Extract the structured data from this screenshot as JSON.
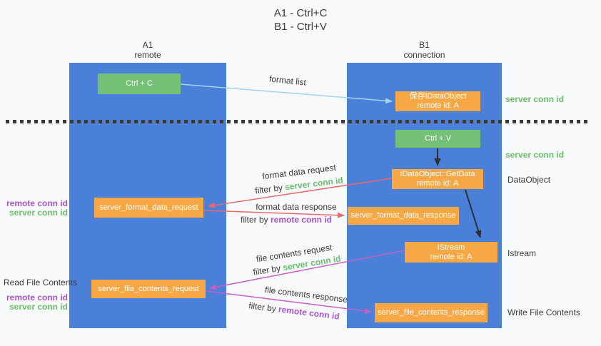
{
  "title": {
    "line1": "A1 - Ctrl+C",
    "line2": "B1 - Ctrl+V"
  },
  "lanes": {
    "a": {
      "id": "A1",
      "role": "remote"
    },
    "b": {
      "id": "B1",
      "role": "connection"
    }
  },
  "nodes": {
    "ctrl_c": {
      "label": "Ctrl + C"
    },
    "ctrl_v": {
      "label": "Ctrl + V"
    },
    "save_idataobject": {
      "line1": "保存IDataObject",
      "line2": "remote id: A"
    },
    "idataobject_getdata": {
      "line1": "IDataObject::GetData",
      "line2": "remote id: A"
    },
    "istream": {
      "line1": "IStream",
      "line2": "remote id: A"
    },
    "server_format_data_request": {
      "label": "server_format_data_request"
    },
    "server_format_data_response": {
      "label": "server_format_data_response"
    },
    "server_file_contents_request": {
      "label": "server_file_contents_request"
    },
    "server_file_contents_response": {
      "label": "server_file_contents_response"
    }
  },
  "edge_labels": {
    "format_list": "format list",
    "format_data_request": "format data request",
    "format_data_response": "format data response",
    "file_contents_request": "file contents request",
    "file_contents_response": "file contents response",
    "filter_by": "filter by ",
    "server_conn_id": "server conn id",
    "remote_conn_id": "remote conn id"
  },
  "annotations": {
    "server_conn_id_top": "server conn id",
    "server_conn_id_mid": "server conn id",
    "dataobject": "DataObject",
    "istream": "Istream",
    "read_file_contents": "Read File Contents",
    "write_file_contents": "Write File Contents",
    "remote_conn_id": "remote conn id",
    "server_conn_id": "server conn id"
  },
  "colors": {
    "background": "#f8f9fa",
    "lane_blue": "#4a80d8",
    "node_green": "#74c077",
    "node_orange": "#f7a844",
    "arrow_lightblue": "#a3d3f2",
    "arrow_red": "#e96a6a",
    "arrow_magenta": "#c95fc5",
    "arrow_black": "#2f2f2f",
    "text_green": "#6abf6b",
    "text_purple": "#ab53cb",
    "text_dark": "#3b3b3b"
  }
}
